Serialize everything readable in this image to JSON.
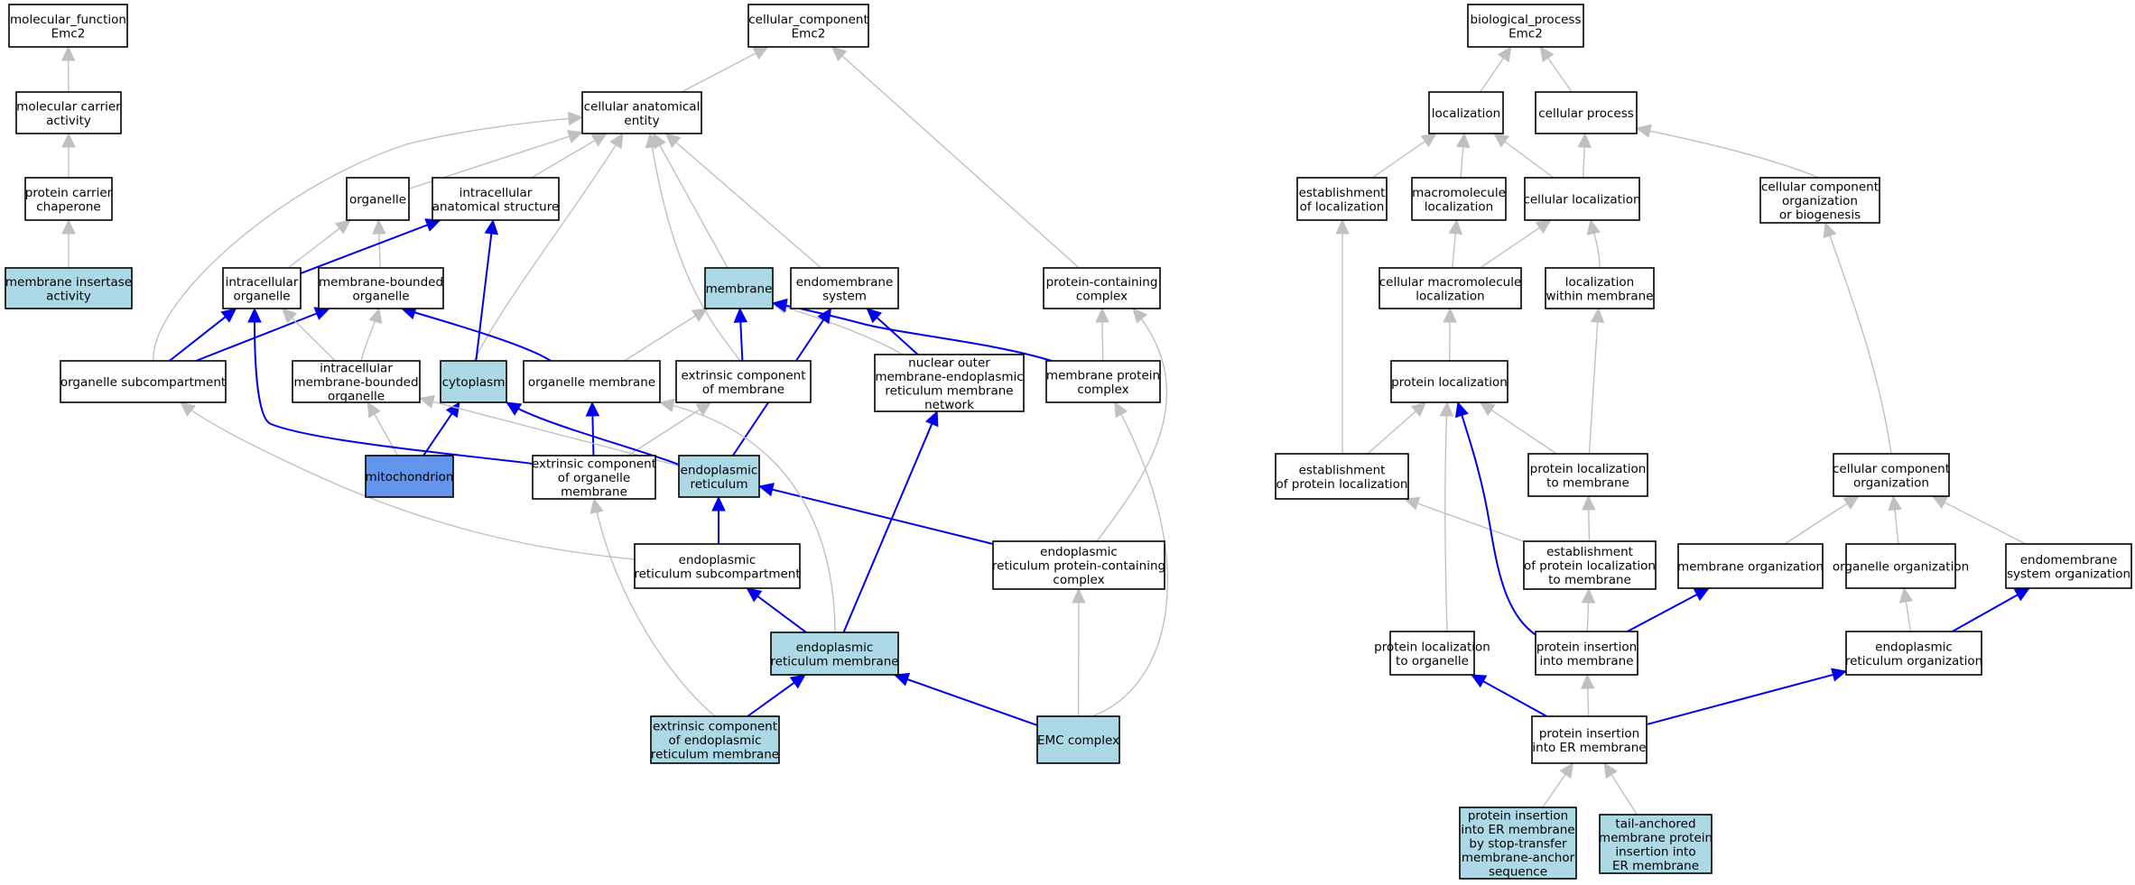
{
  "colors": {
    "default_fill": "#ffffff",
    "highlight_fill": "#add8e6",
    "focus_fill": "#6495ed",
    "is_a_edge": "#c0c0c0",
    "part_of_edge": "#0000ee"
  },
  "nodes": [
    {
      "id": "mf_root",
      "lines": [
        "molecular_function",
        "Emc2"
      ],
      "style": "default"
    },
    {
      "id": "mol_carrier",
      "lines": [
        "molecular carrier",
        "activity"
      ],
      "style": "default"
    },
    {
      "id": "prot_carrier",
      "lines": [
        "protein carrier",
        "chaperone"
      ],
      "style": "default"
    },
    {
      "id": "mem_insertase",
      "lines": [
        "membrane insertase",
        "activity"
      ],
      "style": "highlight"
    },
    {
      "id": "cc_root",
      "lines": [
        "cellular_component",
        "Emc2"
      ],
      "style": "default"
    },
    {
      "id": "cae",
      "lines": [
        "cellular anatomical",
        "entity"
      ],
      "style": "default"
    },
    {
      "id": "organelle",
      "lines": [
        "organelle"
      ],
      "style": "default"
    },
    {
      "id": "ias",
      "lines": [
        "intracellular",
        "anatomical structure"
      ],
      "style": "default"
    },
    {
      "id": "io",
      "lines": [
        "intracellular",
        "organelle"
      ],
      "style": "default"
    },
    {
      "id": "mbo",
      "lines": [
        "membrane-bounded",
        "organelle"
      ],
      "style": "default"
    },
    {
      "id": "membrane",
      "lines": [
        "membrane"
      ],
      "style": "highlight"
    },
    {
      "id": "endomem",
      "lines": [
        "endomembrane",
        "system"
      ],
      "style": "default"
    },
    {
      "id": "pcc",
      "lines": [
        "protein-containing",
        "complex"
      ],
      "style": "default"
    },
    {
      "id": "osub",
      "lines": [
        "organelle subcompartment"
      ],
      "style": "default"
    },
    {
      "id": "imbo",
      "lines": [
        "intracellular",
        "membrane-bounded",
        "organelle"
      ],
      "style": "default"
    },
    {
      "id": "cytoplasm",
      "lines": [
        "cytoplasm"
      ],
      "style": "highlight"
    },
    {
      "id": "orgmem",
      "lines": [
        "organelle membrane"
      ],
      "style": "default"
    },
    {
      "id": "extmem",
      "lines": [
        "extrinsic component",
        "of membrane"
      ],
      "style": "default"
    },
    {
      "id": "nuclear",
      "lines": [
        "nuclear outer",
        "membrane-endoplasmic",
        "reticulum membrane",
        "network"
      ],
      "style": "default"
    },
    {
      "id": "mpc",
      "lines": [
        "membrane protein",
        "complex"
      ],
      "style": "default"
    },
    {
      "id": "mito",
      "lines": [
        "mitochondrion"
      ],
      "style": "focus"
    },
    {
      "id": "extorg",
      "lines": [
        "extrinsic component",
        "of organelle",
        "membrane"
      ],
      "style": "default"
    },
    {
      "id": "er",
      "lines": [
        "endoplasmic",
        "reticulum"
      ],
      "style": "highlight"
    },
    {
      "id": "ersub",
      "lines": [
        "endoplasmic",
        "reticulum subcompartment"
      ],
      "style": "default"
    },
    {
      "id": "erpcc",
      "lines": [
        "endoplasmic",
        "reticulum protein-containing",
        "complex"
      ],
      "style": "default"
    },
    {
      "id": "ermem",
      "lines": [
        "endoplasmic",
        "reticulum membrane"
      ],
      "style": "highlight"
    },
    {
      "id": "exter",
      "lines": [
        "extrinsic component",
        "of endoplasmic",
        "reticulum membrane"
      ],
      "style": "highlight"
    },
    {
      "id": "emc",
      "lines": [
        "EMC complex"
      ],
      "style": "highlight"
    },
    {
      "id": "bp_root",
      "lines": [
        "biological_process",
        "Emc2"
      ],
      "style": "default"
    },
    {
      "id": "loc",
      "lines": [
        "localization"
      ],
      "style": "default"
    },
    {
      "id": "cellproc",
      "lines": [
        "cellular process"
      ],
      "style": "default"
    },
    {
      "id": "estloc",
      "lines": [
        "establishment",
        "of localization"
      ],
      "style": "default"
    },
    {
      "id": "macroloc",
      "lines": [
        "macromolecule",
        "localization"
      ],
      "style": "default"
    },
    {
      "id": "cellloc",
      "lines": [
        "cellular localization"
      ],
      "style": "default"
    },
    {
      "id": "ccob",
      "lines": [
        "cellular component",
        "organization",
        "or biogenesis"
      ],
      "style": "default"
    },
    {
      "id": "cmloc",
      "lines": [
        "cellular macromolecule",
        "localization"
      ],
      "style": "default"
    },
    {
      "id": "locwm",
      "lines": [
        "localization",
        "within membrane"
      ],
      "style": "default"
    },
    {
      "id": "protloc",
      "lines": [
        "protein localization"
      ],
      "style": "default"
    },
    {
      "id": "estprot",
      "lines": [
        "establishment",
        "of protein localization"
      ],
      "style": "default"
    },
    {
      "id": "pltm",
      "lines": [
        "protein localization",
        "to membrane"
      ],
      "style": "default"
    },
    {
      "id": "cco",
      "lines": [
        "cellular component",
        "organization"
      ],
      "style": "default"
    },
    {
      "id": "estpltm",
      "lines": [
        "establishment",
        "of protein localization",
        "to membrane"
      ],
      "style": "default"
    },
    {
      "id": "memorg",
      "lines": [
        "membrane organization"
      ],
      "style": "default"
    },
    {
      "id": "orgorg",
      "lines": [
        "organelle organization"
      ],
      "style": "default"
    },
    {
      "id": "endoorg",
      "lines": [
        "endomembrane",
        "system organization"
      ],
      "style": "default"
    },
    {
      "id": "plto",
      "lines": [
        "protein localization",
        "to organelle"
      ],
      "style": "default"
    },
    {
      "id": "pim",
      "lines": [
        "protein insertion",
        "into membrane"
      ],
      "style": "default"
    },
    {
      "id": "erorg",
      "lines": [
        "endoplasmic",
        "reticulum organization"
      ],
      "style": "default"
    },
    {
      "id": "pier",
      "lines": [
        "protein insertion",
        "into ER membrane"
      ],
      "style": "default"
    },
    {
      "id": "stop",
      "lines": [
        "protein insertion",
        "into ER membrane",
        "by stop-transfer",
        "membrane-anchor",
        "sequence"
      ],
      "style": "highlight"
    },
    {
      "id": "tail",
      "lines": [
        "tail-anchored",
        "membrane protein",
        "insertion into",
        "ER membrane"
      ],
      "style": "highlight"
    }
  ],
  "edges": [
    {
      "from": "mol_carrier",
      "to": "mf_root",
      "type": "is_a"
    },
    {
      "from": "prot_carrier",
      "to": "mol_carrier",
      "type": "is_a"
    },
    {
      "from": "mem_insertase",
      "to": "prot_carrier",
      "type": "is_a"
    },
    {
      "from": "cae",
      "to": "cc_root",
      "type": "is_a"
    },
    {
      "from": "pcc",
      "to": "cc_root",
      "type": "is_a"
    },
    {
      "from": "organelle",
      "to": "cae",
      "type": "is_a"
    },
    {
      "from": "ias",
      "to": "cae",
      "type": "is_a"
    },
    {
      "from": "membrane",
      "to": "cae",
      "type": "is_a"
    },
    {
      "from": "endomem",
      "to": "cae",
      "type": "is_a"
    },
    {
      "from": "osub",
      "to": "cae",
      "type": "is_a"
    },
    {
      "from": "cytoplasm",
      "to": "cae",
      "type": "is_a"
    },
    {
      "from": "extmem",
      "to": "cae",
      "type": "is_a"
    },
    {
      "from": "io",
      "to": "organelle",
      "type": "is_a"
    },
    {
      "from": "mbo",
      "to": "organelle",
      "type": "is_a"
    },
    {
      "from": "io",
      "to": "ias",
      "type": "part_of"
    },
    {
      "from": "cytoplasm",
      "to": "ias",
      "type": "part_of"
    },
    {
      "from": "osub",
      "to": "io",
      "type": "part_of"
    },
    {
      "from": "osub",
      "to": "mbo",
      "type": "part_of"
    },
    {
      "from": "imbo",
      "to": "io",
      "type": "is_a"
    },
    {
      "from": "imbo",
      "to": "mbo",
      "type": "is_a"
    },
    {
      "from": "orgmem",
      "to": "mbo",
      "type": "part_of"
    },
    {
      "from": "orgmem",
      "to": "membrane",
      "type": "is_a"
    },
    {
      "from": "extmem",
      "to": "membrane",
      "type": "part_of"
    },
    {
      "from": "nuclear",
      "to": "membrane",
      "type": "is_a"
    },
    {
      "from": "mpc",
      "to": "membrane",
      "type": "part_of"
    },
    {
      "from": "nuclear",
      "to": "endomem",
      "type": "part_of"
    },
    {
      "from": "er",
      "to": "endomem",
      "type": "part_of"
    },
    {
      "from": "mpc",
      "to": "pcc",
      "type": "is_a"
    },
    {
      "from": "mito",
      "to": "imbo",
      "type": "is_a"
    },
    {
      "from": "mito",
      "to": "cytoplasm",
      "type": "part_of"
    },
    {
      "from": "extorg",
      "to": "io",
      "type": "part_of"
    },
    {
      "from": "extorg",
      "to": "orgmem",
      "type": "part_of"
    },
    {
      "from": "extorg",
      "to": "extmem",
      "type": "is_a"
    },
    {
      "from": "er",
      "to": "imbo",
      "type": "is_a"
    },
    {
      "from": "er",
      "to": "cytoplasm",
      "type": "part_of"
    },
    {
      "from": "ersub",
      "to": "er",
      "type": "part_of"
    },
    {
      "from": "ersub",
      "to": "osub",
      "type": "is_a"
    },
    {
      "from": "erpcc",
      "to": "er",
      "type": "part_of"
    },
    {
      "from": "erpcc",
      "to": "pcc",
      "type": "is_a"
    },
    {
      "from": "ermem",
      "to": "ersub",
      "type": "part_of"
    },
    {
      "from": "ermem",
      "to": "nuclear",
      "type": "part_of"
    },
    {
      "from": "ermem",
      "to": "orgmem",
      "type": "is_a"
    },
    {
      "from": "exter",
      "to": "ermem",
      "type": "part_of"
    },
    {
      "from": "exter",
      "to": "extorg",
      "type": "is_a"
    },
    {
      "from": "emc",
      "to": "ermem",
      "type": "part_of"
    },
    {
      "from": "emc",
      "to": "erpcc",
      "type": "is_a"
    },
    {
      "from": "emc",
      "to": "mpc",
      "type": "is_a"
    },
    {
      "from": "loc",
      "to": "bp_root",
      "type": "is_a"
    },
    {
      "from": "cellproc",
      "to": "bp_root",
      "type": "is_a"
    },
    {
      "from": "estloc",
      "to": "loc",
      "type": "is_a"
    },
    {
      "from": "macroloc",
      "to": "loc",
      "type": "is_a"
    },
    {
      "from": "cellloc",
      "to": "loc",
      "type": "is_a"
    },
    {
      "from": "cellloc",
      "to": "cellproc",
      "type": "is_a"
    },
    {
      "from": "ccob",
      "to": "cellproc",
      "type": "is_a"
    },
    {
      "from": "cmloc",
      "to": "macroloc",
      "type": "is_a"
    },
    {
      "from": "cmloc",
      "to": "cellloc",
      "type": "is_a"
    },
    {
      "from": "locwm",
      "to": "cellloc",
      "type": "is_a"
    },
    {
      "from": "protloc",
      "to": "cmloc",
      "type": "is_a"
    },
    {
      "from": "estprot",
      "to": "estloc",
      "type": "is_a"
    },
    {
      "from": "estprot",
      "to": "protloc",
      "type": "is_a"
    },
    {
      "from": "pltm",
      "to": "protloc",
      "type": "is_a"
    },
    {
      "from": "pltm",
      "to": "locwm",
      "type": "is_a"
    },
    {
      "from": "cco",
      "to": "ccob",
      "type": "is_a"
    },
    {
      "from": "estpltm",
      "to": "estprot",
      "type": "is_a"
    },
    {
      "from": "estpltm",
      "to": "pltm",
      "type": "is_a"
    },
    {
      "from": "memorg",
      "to": "cco",
      "type": "is_a"
    },
    {
      "from": "orgorg",
      "to": "cco",
      "type": "is_a"
    },
    {
      "from": "endoorg",
      "to": "cco",
      "type": "is_a"
    },
    {
      "from": "plto",
      "to": "protloc",
      "type": "is_a"
    },
    {
      "from": "pim",
      "to": "protloc",
      "type": "part_of"
    },
    {
      "from": "pim",
      "to": "estpltm",
      "type": "is_a"
    },
    {
      "from": "pim",
      "to": "memorg",
      "type": "part_of"
    },
    {
      "from": "erorg",
      "to": "orgorg",
      "type": "is_a"
    },
    {
      "from": "erorg",
      "to": "endoorg",
      "type": "part_of"
    },
    {
      "from": "pier",
      "to": "plto",
      "type": "part_of"
    },
    {
      "from": "pier",
      "to": "pim",
      "type": "is_a"
    },
    {
      "from": "pier",
      "to": "erorg",
      "type": "part_of"
    },
    {
      "from": "stop",
      "to": "pier",
      "type": "is_a"
    },
    {
      "from": "tail",
      "to": "pier",
      "type": "is_a"
    }
  ]
}
